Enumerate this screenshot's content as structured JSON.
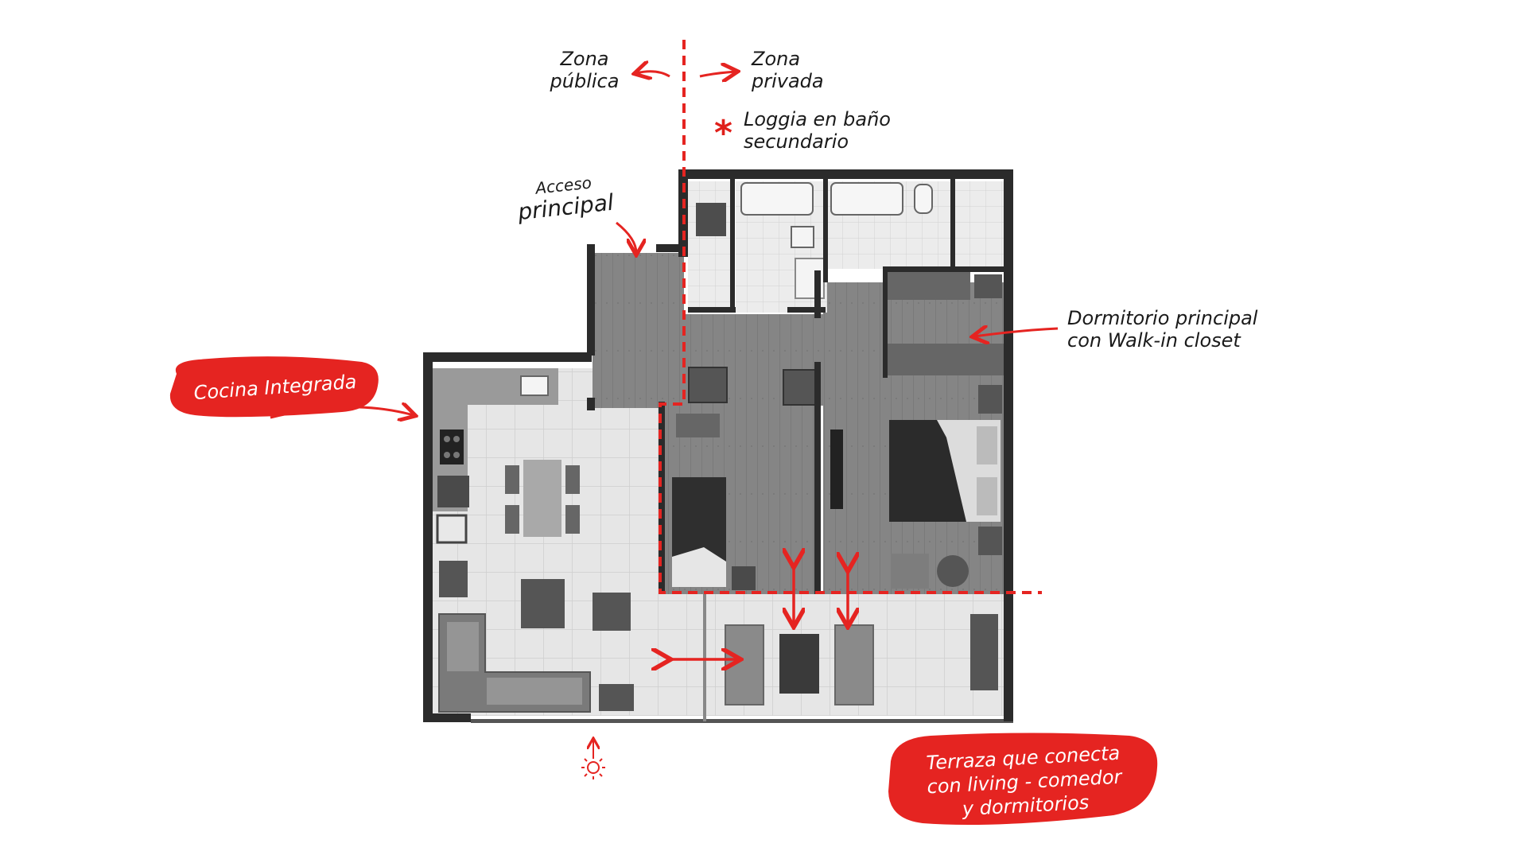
{
  "colors": {
    "accent": "#e52421",
    "wall": "#2b2b2b",
    "floor_wood": "#808080",
    "floor_tile": "#e4e4e4",
    "furniture": "#555555"
  },
  "annotations": {
    "zona_publica": [
      "Zona",
      "pública"
    ],
    "zona_privada": [
      "Zona",
      "privada"
    ],
    "loggia": [
      "Loggia en baño",
      "secundario"
    ],
    "acceso": [
      "Acceso",
      "principal"
    ],
    "dormitorio": [
      "Dormitorio principal",
      "con Walk-in closet"
    ],
    "cocina": "Cocina Integrada",
    "terraza": [
      "Terraza que conecta",
      "con living - comedor",
      "y dormitorios"
    ]
  },
  "icons": {
    "loggia_marker": "asterisk-icon",
    "sun": "sun-icon"
  }
}
